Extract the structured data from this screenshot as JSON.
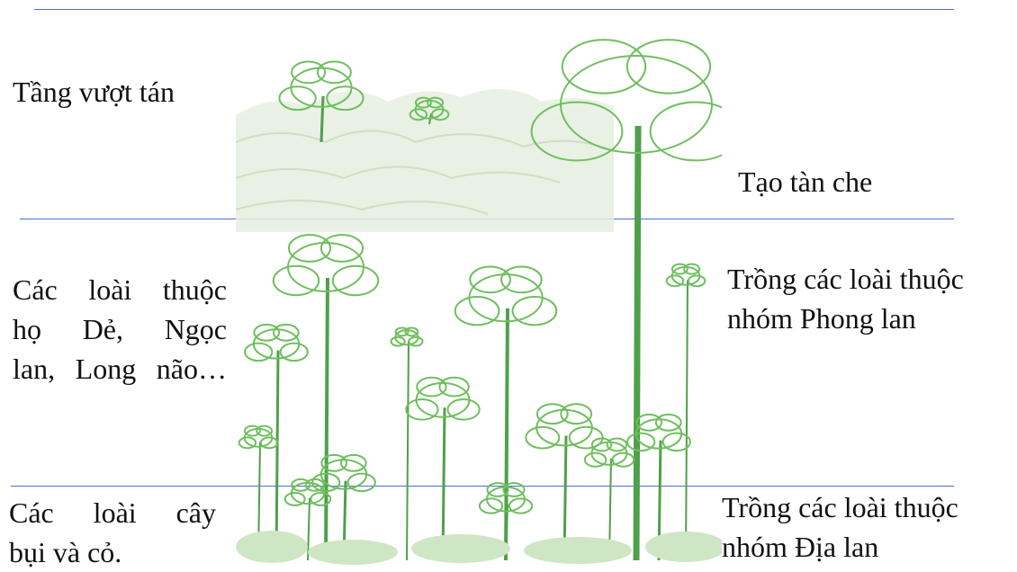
{
  "layers": {
    "emergent": {
      "left_label": "Tầng vượt tán",
      "right_label": "Tạo tàn che"
    },
    "middle": {
      "left_label_lines": [
        "Các loài thuộc",
        "họ Dẻ, Ngọc",
        "lan, Long não…"
      ],
      "right_label_lines": [
        "Trồng các loài thuộc",
        "nhóm Phong lan"
      ]
    },
    "bottom": {
      "left_label_lines": [
        "Các loài cây",
        "bụi và cỏ."
      ],
      "right_label_lines": [
        "Trồng các loài thuộc",
        "nhóm Địa lan"
      ]
    }
  },
  "colors": {
    "divider": "#4a6fd4",
    "foliage": "#6fbf5f",
    "trunk": "#4fa04a",
    "canopy_haze": "#dfe8d8"
  }
}
